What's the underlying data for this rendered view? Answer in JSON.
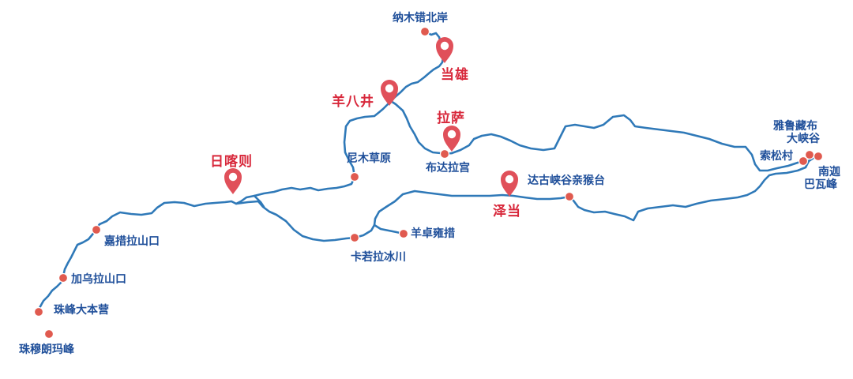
{
  "colors": {
    "route": "#2f79b8",
    "poi_label": "#1f4f9a",
    "city_label": "#d8283b",
    "dot": "#e05a4f",
    "pin": "#e0505a"
  },
  "cities": {
    "dangxiong": "当雄",
    "yangbajing": "羊八井",
    "lasa": "拉萨",
    "rikaze": "日喀则",
    "zedang": "泽当"
  },
  "pois": {
    "namucuo": "纳木错北岸",
    "nimu": "尼木草原",
    "budala": "布达拉宫",
    "dagu": "达古峡谷亲猴台",
    "yarlung_1": "雅鲁藏布",
    "yarlung_2": "大峡谷",
    "suosong": "索松村",
    "namjagbarwa_1": "南迦",
    "namjagbarwa_2": "巴瓦峰",
    "jiacuo": "嘉措拉山口",
    "jiawu": "加乌拉山口",
    "basecamp": "珠峰大本营",
    "qomolangma": "珠穆朗玛峰",
    "yamdrok": "羊卓雍措",
    "karola": "卡若拉冰川"
  }
}
